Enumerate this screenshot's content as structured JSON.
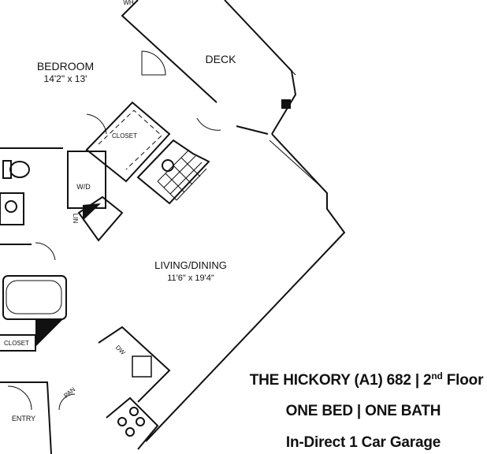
{
  "rooms": {
    "bedroom": {
      "name": "BEDROOM",
      "dims": "14'2\" x 13'"
    },
    "deck": {
      "name": "DECK"
    },
    "living": {
      "name": "LIVING/DINING",
      "dims": "11'6\" x 19'4\""
    },
    "closet_bedroom": "CLOSET",
    "closet_bath": "CLOSET",
    "wd": "W/D",
    "wh": "WH",
    "lin": "LIN",
    "dw": "DW",
    "pan": "PAN",
    "entry": "ENTRY"
  },
  "caption": {
    "line1_pre": "THE HICKORY (A1) 682 | 2",
    "line1_sup": "nd",
    "line1_post": " Floor",
    "line2": "ONE BED | ONE BATH",
    "line3": "In-Direct 1 Car Garage"
  }
}
